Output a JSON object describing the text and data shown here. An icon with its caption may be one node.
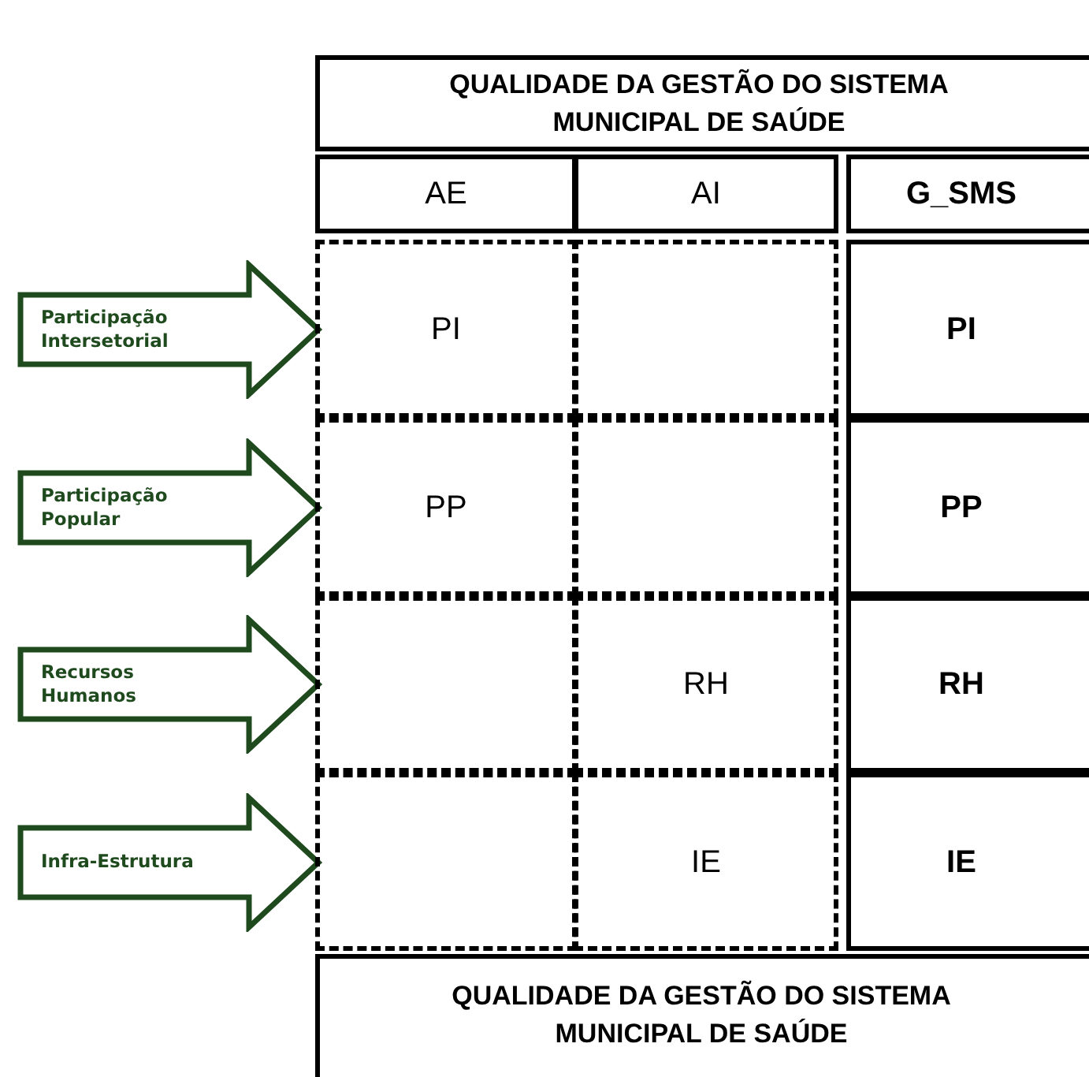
{
  "diagram": {
    "nodes": [
      {
        "text": [
          "QUALIDADE DA GESTÃO DO SISTEMA MUNICIPAL DE SAÚDE"
        ]
      },
      {
        "text": [
          "AE"
        ]
      },
      {
        "text": [
          "AI"
        ]
      },
      {
        "text": [
          "G_SMS"
        ]
      },
      {
        "text": [
          "Participação Intersetorial"
        ]
      },
      {
        "text": [
          "PI"
        ]
      },
      {
        "text": [],
        "shape": "box"
      },
      {
        "text": [
          "PI"
        ]
      },
      {
        "text": [
          "Participação Popular"
        ]
      },
      {
        "text": [
          "PP"
        ]
      },
      {
        "text": [],
        "shape": "box"
      },
      {
        "text": [
          "PP"
        ]
      },
      {
        "text": [
          "Recursos Humanos"
        ]
      },
      {
        "text": [],
        "shape": "box"
      },
      {
        "text": [
          "RH"
        ]
      },
      {
        "text": [
          "RH"
        ]
      },
      {
        "text": [
          "Infra-Estrutura"
        ]
      },
      {
        "text": [],
        "shape": "box"
      },
      {
        "text": [
          "IE"
        ]
      },
      {
        "text": [
          "IE"
        ]
      },
      {
        "text": [
          "QUALIDADE DA GESTÃO DO SISTEMA MUNICIPAL DE SAÚDE"
        ]
      }
    ]
  }
}
